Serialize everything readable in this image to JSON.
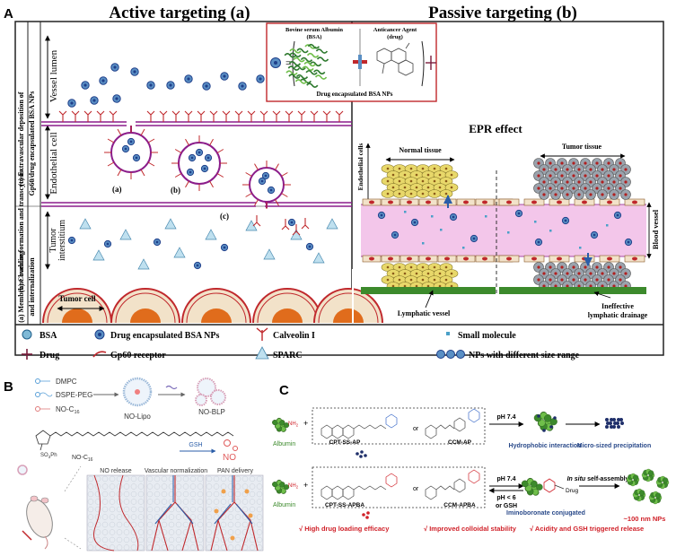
{
  "panel_letters": {
    "a": "A",
    "b": "B",
    "c": "C"
  },
  "panelA": {
    "title_active": "Active targeting (a)",
    "title_passive": "Passive targeting (b)",
    "inset": {
      "bsa_label": "Bovine serum Albumin",
      "bsa_sub": "(BSA)",
      "drug_label": "Anticancer Agent",
      "drug_sub": "(drug)",
      "caption": "Drug encapsulated BSA NPs"
    },
    "side_labels": {
      "c": "(c) Extravascular deposition of",
      "c2": "Gp60/drug encapsulated BSA NPs",
      "b": "(b) Caveolae formation and transcytosis",
      "a": "(a) Membrane budding",
      "a2": "and internalization"
    },
    "zone_labels": {
      "lumen": "Vessel lumen",
      "endo": "Endothelial cell",
      "tumor": "Tumor",
      "interstitium": "interstitium"
    },
    "step_labels": {
      "a": "(a)",
      "b": "(b)",
      "c": "(c)"
    },
    "tumor_cell": "Tumor cell",
    "epr": {
      "title": "EPR effect",
      "endothelial": "Endothelial cells",
      "normal": "Normal tissue",
      "tumor": "Tumor tissue",
      "blood": "Blood vessel",
      "lymph": "Lymphatic vessel",
      "ineffective": "Ineffective",
      "drainage": "lymphatic drainage"
    },
    "legend": {
      "bsa": "BSA",
      "drug_np": "Drug encapsulated BSA NPs",
      "calveolin": "Calveolin I",
      "small": "Small molecule",
      "drug": "Drug",
      "gp60": "Gp60 receptor",
      "sparc": "SPARC",
      "nps": "NPs with different size range"
    }
  },
  "panelB": {
    "dmpc": "DMPC",
    "dspe": "DSPE-PEG",
    "noc": "NO-C",
    "noc_sub": "16",
    "nolipo": "NO-Lipo",
    "noblp": "NO-BLP",
    "gsh": "GSH",
    "no": "NO",
    "so3": "SO",
    "so3_tail": "Ph",
    "steps": [
      "NO release",
      "Vascular normalization",
      "PAN delivery"
    ]
  },
  "panelC": {
    "albumin": "Albumin",
    "nh2": "NH",
    "cpt_ap": "CPT-SS-AP",
    "or": "or",
    "ccm_ap": "CCM-AP",
    "ph74": "pH 7.4",
    "hydrophobic": "Hydrophobic interaction",
    "micro": "Micro-sized precipitation",
    "cpt_apba": "CPT-SS-APBA",
    "ccm_apba": "CCM-APBA",
    "ph6": "pH < 6",
    "or_gsh": "or GSH",
    "insitu_a": "In situ",
    "insitu_b": " self-assembly",
    "drug": "Drug",
    "imino": "Iminoboronate conjugated",
    "nps": "~100 nm NPs",
    "benefits": [
      "√ High drug loading efficacy",
      "√ Improved  colloidal stability",
      "√ Acidity and GSH triggered release"
    ]
  },
  "colors": {
    "np_fill": "#5a8fc4",
    "np_core": "#1f3f8a",
    "receptor": "#c0282c",
    "membrane": "#8b1d8b",
    "sparc": "#7fb9d6",
    "nucleus": "#e06c1c",
    "pink": "#f3c6ea",
    "green": "#3c8a2c",
    "red_text": "#d0222a"
  },
  "icons": [
    "bsa-icon",
    "drug-np-icon",
    "calveolin-icon",
    "drug-cross-icon",
    "gp60-icon",
    "sparc-icon",
    "small-molecule-icon",
    "np-size-icon",
    "mouse-icon",
    "liposome-icon",
    "albumin-icon",
    "arrow-icon"
  ]
}
